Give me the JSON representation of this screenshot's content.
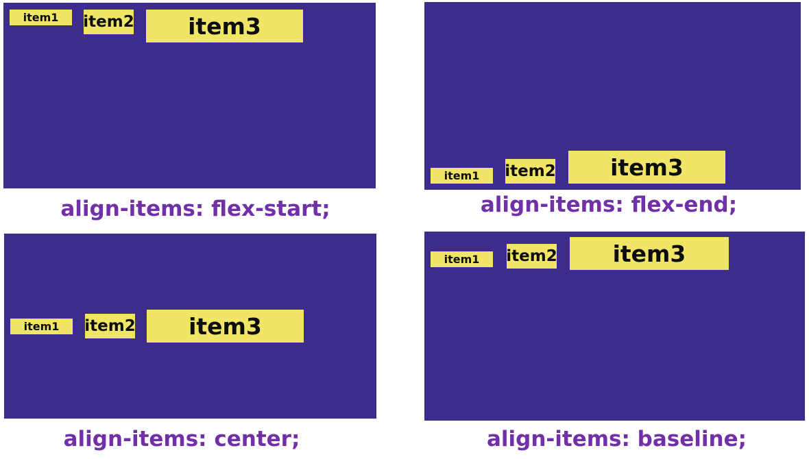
{
  "diagrams": [
    {
      "caption": "align-items: flex-start;",
      "items": [
        "item1",
        "item2",
        "item3"
      ]
    },
    {
      "caption": "align-items: flex-end;",
      "items": [
        "item1",
        "item2",
        "item3"
      ]
    },
    {
      "caption": "align-items: center;",
      "items": [
        "item1",
        "item2",
        "item3"
      ]
    },
    {
      "caption": "align-items: baseline;",
      "items": [
        "item1",
        "item2",
        "item3"
      ]
    }
  ],
  "colors": {
    "container": "#3d2c8d",
    "item": "#f0e564",
    "item_text": "#0d0d0d",
    "caption": "#7230a8"
  }
}
